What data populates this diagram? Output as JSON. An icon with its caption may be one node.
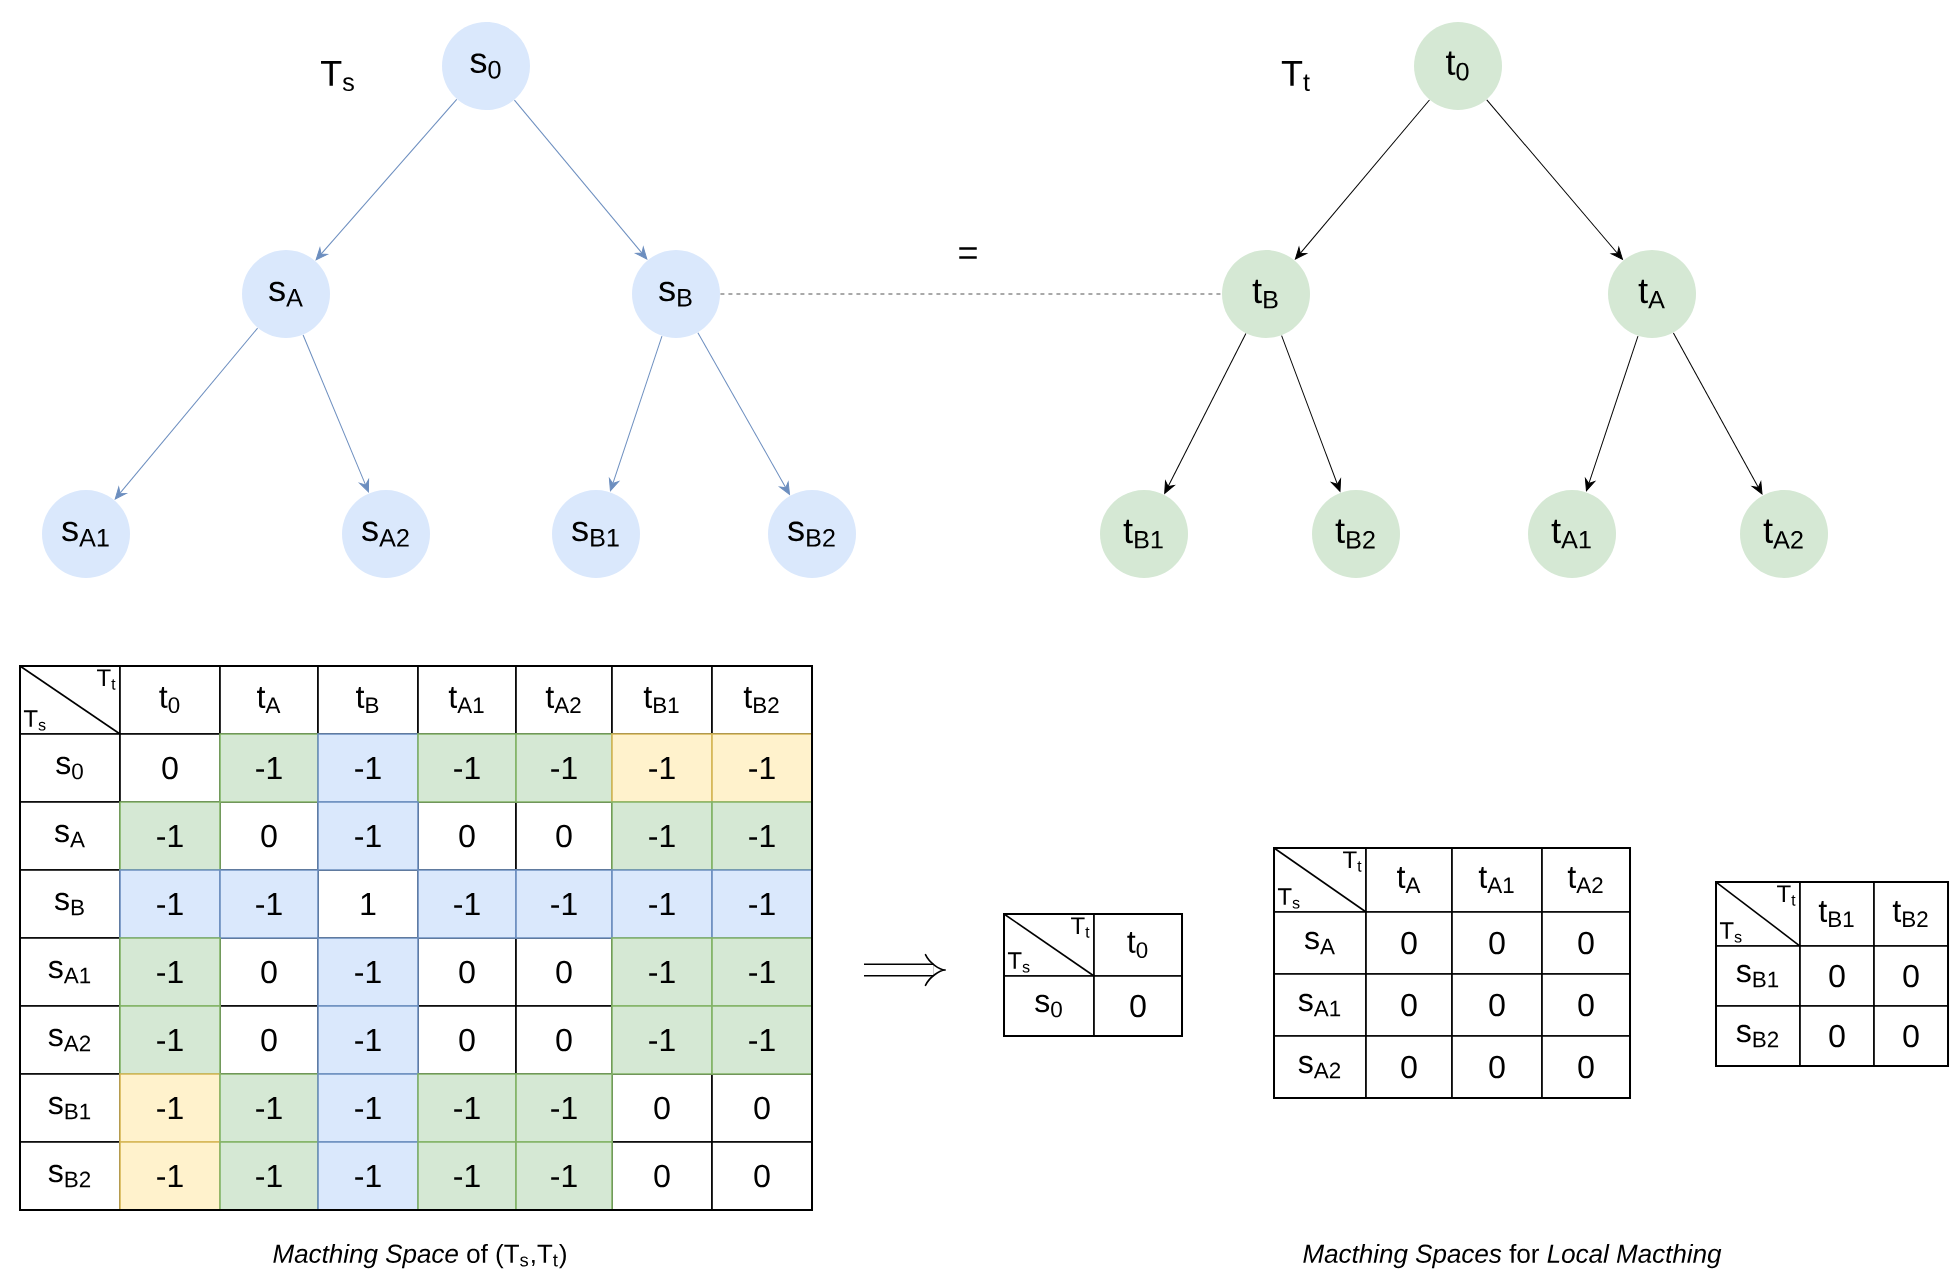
{
  "diagram": {
    "nodes": [
      {
        "text": [
          "s$_{0}$"
        ]
      },
      {
        "text": [
          "s$_{A}$"
        ]
      },
      {
        "text": [
          "s$_{B}$"
        ]
      },
      {
        "text": [
          "s$_{A1}$"
        ]
      },
      {
        "text": [
          "s$_{A2}$"
        ]
      },
      {
        "text": [
          "s$_{B1}$"
        ]
      },
      {
        "text": [
          "s$_{B2}$"
        ]
      },
      {
        "text": [
          "t$_{0}$"
        ]
      },
      {
        "text": [
          "t$_{B}$"
        ]
      },
      {
        "text": [
          "t$_{A}$"
        ]
      },
      {
        "text": [
          "t$_{B1}$"
        ]
      },
      {
        "text": [
          "t$_{B2}$"
        ]
      },
      {
        "text": [
          "t$_{A1}$"
        ]
      },
      {
        "text": [
          "t$_{A2}$"
        ]
      }
    ],
    "edges": [
      {
        "from": 0,
        "to": 1,
        "arrow": "to",
        "color": "#6c8ebf"
      },
      {
        "from": 0,
        "to": 2,
        "arrow": "to",
        "color": "#6c8ebf"
      },
      {
        "from": 1,
        "to": 3,
        "arrow": "to",
        "color": "#6c8ebf"
      },
      {
        "from": 1,
        "to": 4,
        "arrow": "to",
        "color": "#6c8ebf"
      },
      {
        "from": 2,
        "to": 5,
        "arrow": "to",
        "color": "#6c8ebf"
      },
      {
        "from": 2,
        "to": 6,
        "arrow": "to",
        "color": "#6c8ebf"
      },
      {
        "from": 7,
        "to": 8,
        "arrow": "to",
        "color": "#000000"
      },
      {
        "from": 7,
        "to": 9,
        "arrow": "to",
        "color": "#000000"
      },
      {
        "from": 8,
        "to": 10,
        "arrow": "to",
        "color": "#000000"
      },
      {
        "from": 8,
        "to": 11,
        "arrow": "to",
        "color": "#000000"
      },
      {
        "from": 9,
        "to": 12,
        "arrow": "to",
        "color": "#000000"
      },
      {
        "from": 9,
        "to": 13,
        "arrow": "to",
        "color": "#000000"
      },
      {
        "from": 2,
        "to": 8,
        "arrow": "none",
        "style": "dashed",
        "color": "#555555"
      }
    ],
    "labels": [
      "T$_{s}$",
      "T$_{t}$",
      "=",
      "T$_{t}$",
      "T$_{s}$",
      "t$_{0}$",
      "t$_{A}$",
      "t$_{B}$",
      "t$_{A1}$",
      "t$_{A2}$",
      "t$_{B1}$",
      "t$_{B2}$",
      "s$_{0}$",
      "0",
      "-1",
      "-1",
      "-1",
      "-1",
      "-1",
      "-1",
      "s$_{A}$",
      "-1",
      "0",
      "-1",
      "0",
      "0",
      "-1",
      "-1",
      "s$_{B}$",
      "-1",
      "-1",
      "1",
      "-1",
      "-1",
      "-1",
      "-1",
      "s$_{A1}$",
      "-1",
      "0",
      "-1",
      "0",
      "0",
      "-1",
      "-1",
      "s$_{A2}$",
      "-1",
      "0",
      "-1",
      "0",
      "0",
      "-1",
      "-1",
      "s$_{B1}$",
      "-1",
      "-1",
      "-1",
      "-1",
      "-1",
      "0",
      "0",
      "s$_{B2}$",
      "-1",
      "-1",
      "-1",
      "-1",
      "-1",
      "0",
      "0",
      "T$_{t}$",
      "T$_{s}$",
      "t$_{0}$",
      "s$_{0}$",
      "0",
      "T$_{t}$",
      "T$_{s}$",
      "t$_{A}$",
      "t$_{A1}$",
      "t$_{A2}$",
      "s$_{A}$",
      "0",
      "0",
      "0",
      "s$_{A1}$",
      "0",
      "0",
      "0",
      "s$_{A2}$",
      "0",
      "0",
      "0",
      "T$_{t}$",
      "T$_{s}$",
      "t$_{B1}$",
      "t$_{B2}$",
      "s$_{B1}$",
      "0",
      "0",
      "s$_{B2}$",
      "0",
      "0",
      "*Macthing Space* of (T$_{s}$,T$_{t}$)",
      "*Macthing Spaces* for *Local Macthing*"
    ]
  }
}
